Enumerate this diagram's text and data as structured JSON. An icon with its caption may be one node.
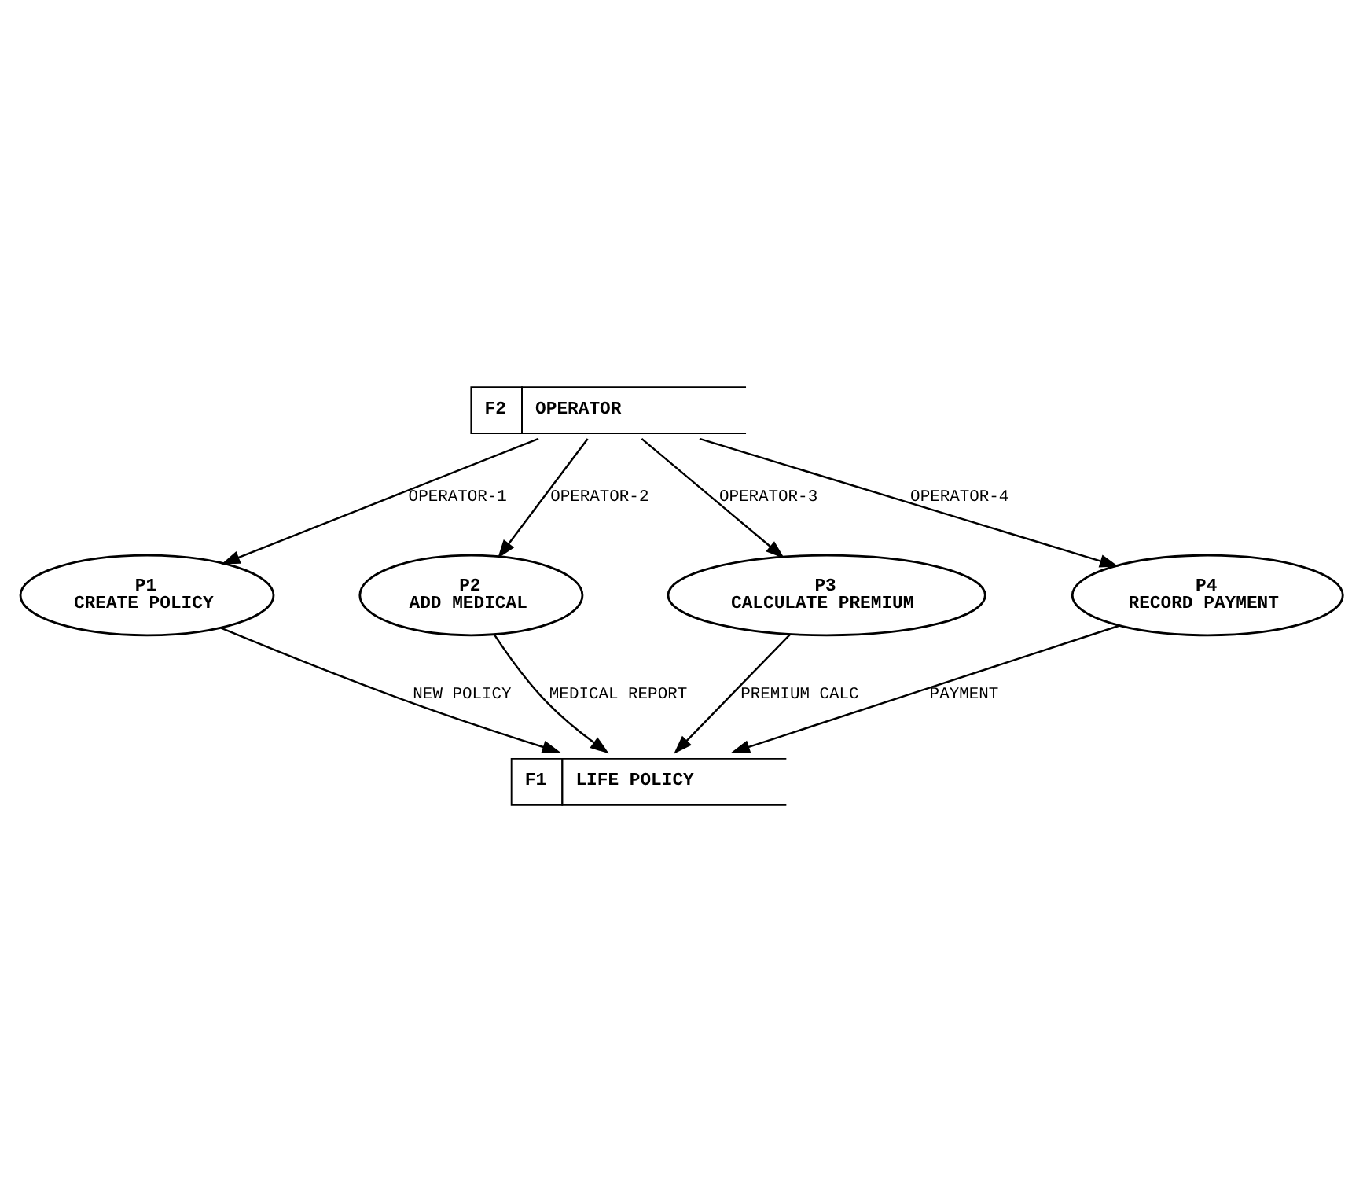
{
  "diagram": {
    "nodes": [
      {
        "text": [
          "P1",
          "CREATE POLICY"
        ]
      },
      {
        "text": [
          "P2",
          "ADD MEDICAL"
        ]
      },
      {
        "text": [
          "F1",
          "LIFE POLICY"
        ]
      },
      {
        "text": [
          "P3",
          "CALCULATE PREMIUM"
        ]
      },
      {
        "text": [
          "P4",
          "RECORD PAYMENT"
        ]
      },
      {
        "text": [
          "F2",
          "OPERATOR"
        ]
      }
    ],
    "edges": [
      {
        "from": 0,
        "to": 2,
        "arrow": "to",
        "label": "NEW POLICY"
      },
      {
        "from": 1,
        "to": 2,
        "arrow": "to",
        "label": "MEDICAL REPORT"
      },
      {
        "from": 3,
        "to": 2,
        "arrow": "to",
        "label": "PREMIUM CALC"
      },
      {
        "from": 4,
        "to": 2,
        "arrow": "to",
        "label": "PAYMENT"
      },
      {
        "from": 5,
        "to": 0,
        "arrow": "to",
        "label": "OPERATOR-1"
      },
      {
        "from": 5,
        "to": 1,
        "arrow": "to",
        "label": "OPERATOR-2"
      },
      {
        "from": 5,
        "to": 3,
        "arrow": "to",
        "label": "OPERATOR-3"
      },
      {
        "from": 5,
        "to": 4,
        "arrow": "to",
        "label": "OPERATOR-4"
      }
    ]
  }
}
